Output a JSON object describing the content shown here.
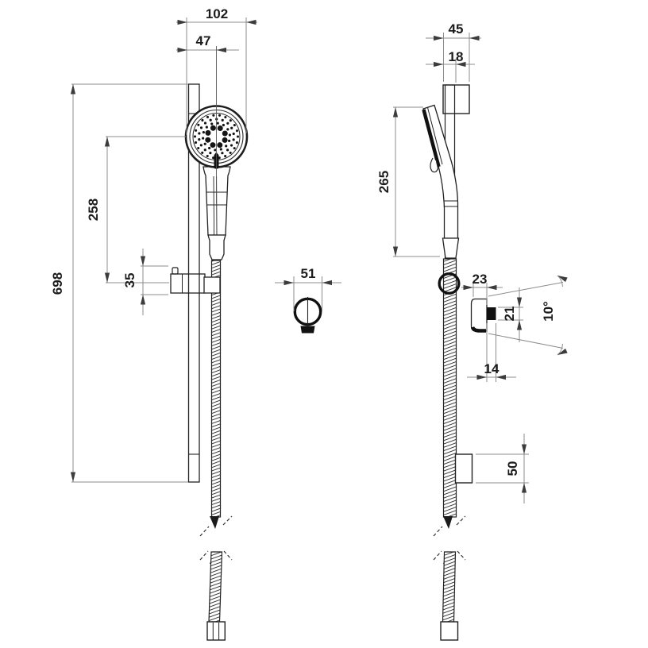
{
  "title": "Shower rail set technical drawing",
  "views": {
    "front": {
      "dims": {
        "overall_width": "102",
        "head_offset": "47",
        "head_to_holder": "258",
        "holder_height": "35",
        "rail_length": "698"
      }
    },
    "holder_top": {
      "dims": {
        "holder_diameter": "51"
      }
    },
    "side": {
      "dims": {
        "bracket_depth": "45",
        "rail_depth": "18",
        "handset_length": "265",
        "holder_body_depth": "23",
        "pin_height": "21",
        "tilt_angle": "10°",
        "pin_width": "14",
        "bracket_height": "50"
      }
    }
  }
}
